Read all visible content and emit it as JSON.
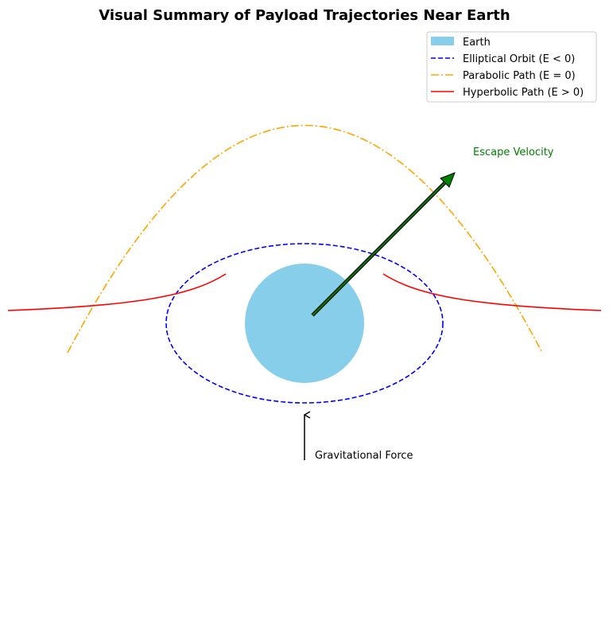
{
  "title": "Visual Summary of Payload Trajectories Near Earth",
  "legend": {
    "earth": "Earth",
    "elliptical": "Elliptical Orbit (E < 0)",
    "parabolic": "Parabolic Path (E = 0)",
    "hyperbolic": "Hyperbolic Path (E > 0)"
  },
  "annotations": {
    "escape_velocity": "Escape Velocity",
    "gravitational_force": "Gravitational Force"
  },
  "colors": {
    "earth": "#87ceeb",
    "elliptical": "#0000ff",
    "parabolic": "#ffa500",
    "hyperbolic": "#ff0000",
    "escape_arrow": "#008000",
    "escape_text": "#008000",
    "gravity_arrow": "#000000"
  }
}
